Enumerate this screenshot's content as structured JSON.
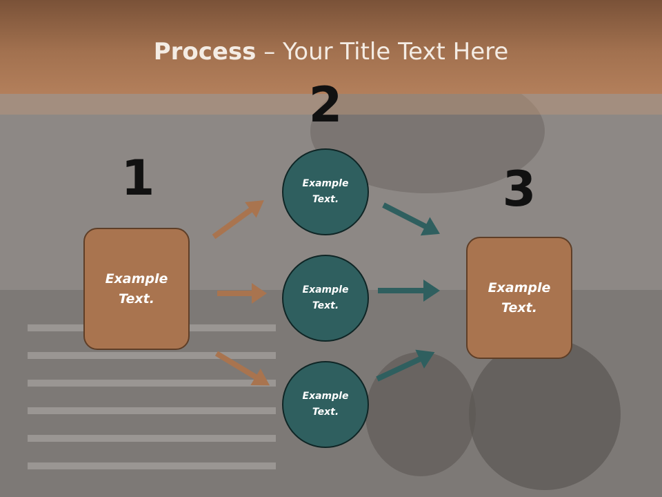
{
  "title": {
    "bold": "Process",
    "rest": " – Your Title Text Here"
  },
  "steps": [
    {
      "number": "1"
    },
    {
      "number": "2"
    },
    {
      "number": "3"
    }
  ],
  "left_box": {
    "text": "Example\nText."
  },
  "right_box": {
    "text": "Example\nText."
  },
  "circles": [
    {
      "text": "Example\nText."
    },
    {
      "text": "Example\nText."
    },
    {
      "text": "Example\nText."
    }
  ],
  "colors": {
    "title_bar": "#a2714f",
    "box_fill": "#a9744f",
    "circle_fill": "#2f5f5f",
    "arrow_brown": "#a9744f",
    "arrow_teal": "#2f5f5f"
  },
  "icons": {
    "arrow": "arrow-right-icon"
  }
}
